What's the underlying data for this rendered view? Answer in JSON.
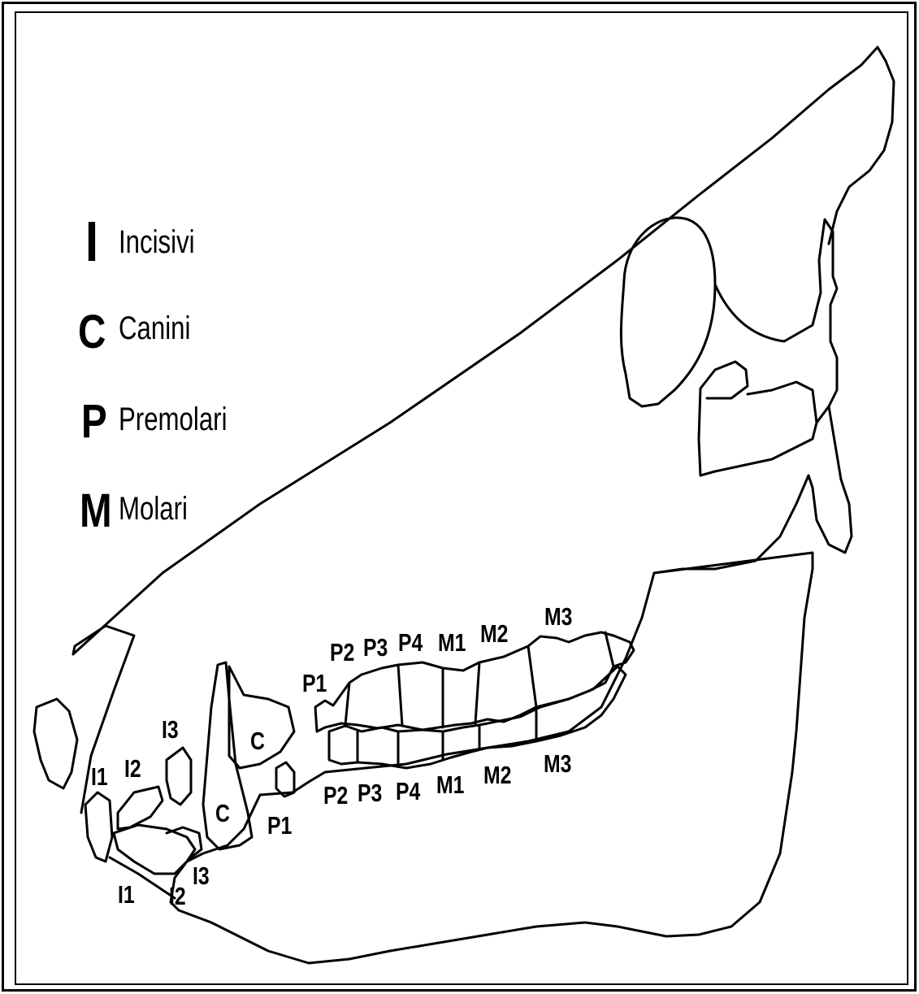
{
  "legend": [
    {
      "letter": "I",
      "label": "Incisivi"
    },
    {
      "letter": "C",
      "label": "Canini"
    },
    {
      "letter": "P",
      "label": "Premolari"
    },
    {
      "letter": "M",
      "label": "Molari"
    }
  ],
  "upper_teeth": [
    "I1",
    "I2",
    "I3",
    "C",
    "P1",
    "P2",
    "P3",
    "P4",
    "M1",
    "M2",
    "M3"
  ],
  "lower_teeth": [
    "I1",
    "I2",
    "I3",
    "C",
    "P1",
    "P2",
    "P3",
    "P4",
    "M1",
    "M2",
    "M3"
  ],
  "colors": {
    "line": "#000000",
    "background": "#ffffff"
  }
}
